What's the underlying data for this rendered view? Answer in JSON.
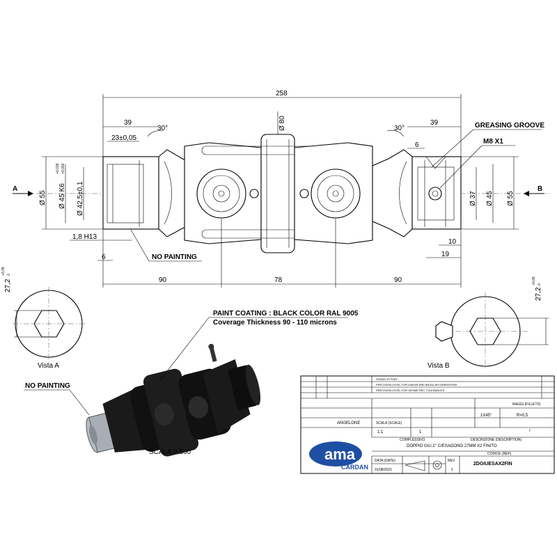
{
  "dimensions": {
    "overall_length": "258",
    "left_bore_depth": "39",
    "left_groove_dist": "23±0,05",
    "left_chamfer": "30°",
    "right_chamfer": "30°",
    "right_bore_depth": "39",
    "groove_width": "6",
    "center_diameter": "Ø 80",
    "dia_55_left": "Ø 55",
    "dia_45_k6": "Ø 45  K6",
    "tol_upper": "+0,018",
    "tol_lower": "+0,002",
    "dia_42_5": "Ø 42,5±0,1",
    "undercut": "1,8 H13",
    "left_flange_6": "6",
    "dia_37": "Ø 37",
    "dia_45_right": "Ø 45",
    "dia_55_right": "Ø 55",
    "right_10": "10",
    "right_19": "19",
    "seg_left": "90",
    "seg_center": "78",
    "seg_right": "90",
    "hex_left": "27,2",
    "hex_right": "27,2",
    "hex_tol_upper": "+0,05",
    "hex_tol_lower": "0"
  },
  "labels": {
    "view_a_arrow": "A",
    "view_b_arrow": "B",
    "greasing_groove": "GREASING GROOVE",
    "thread": "M8 X1",
    "no_painting_top": "NO PAINTING",
    "no_painting_left": "NO PAINTING",
    "paint_coating": "PAINT COATING : BLACK COLOR RAL 9005",
    "coverage": "Coverage Thickness 90 - 110 microns",
    "vista_a": "Vista  A",
    "vista_b": "Vista  B",
    "scala": "SCALA  0,500"
  },
  "title_block": {
    "description_header": "DESCRIZIONE (DESCRIPTION)",
    "description": "DOPPIO GIU.2° C/ESAGONO 27MM X2 FINITO",
    "code_header": "CODICE (REF)",
    "code": "2DGIUESAX2FIN",
    "assembly": "COMPLESSIVO",
    "scale_header": "SCALA (SCALE)",
    "scale": "1:1",
    "quantity": "1",
    "angle": "ANGELONE",
    "fillet_header": "RAGGI (FILLETS)",
    "fillet": "R=0,5",
    "chamfer": "1X45°",
    "material": "/",
    "date_header": "DATA (DATE)",
    "date": "31/08/2021",
    "rev_header": "REV",
    "rev": "1",
    "logo_main": "ama",
    "logo_sub": "CARDAN"
  },
  "colors": {
    "ink": "#000000",
    "logo_blue": "#1f4fa3",
    "part_black": "#1a1a1a",
    "shaft_grey": "#b8bcc4"
  }
}
